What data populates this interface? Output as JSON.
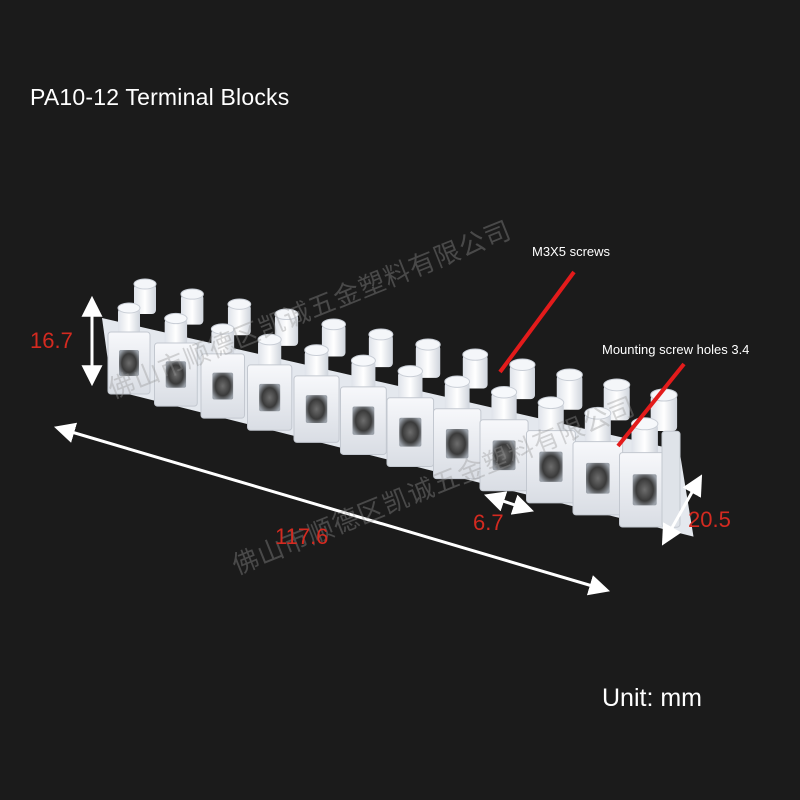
{
  "title": "PA10-12 Terminal Blocks",
  "dimensions": {
    "height": "16.7",
    "length": "117.6",
    "pitch": "6.7",
    "depth": "20.5"
  },
  "annotations": {
    "screws": "M3X5 screws",
    "mounting_holes": "Mounting screw holes 3.4"
  },
  "unit": "Unit: mm",
  "watermark": "佛山市顺德区凯诚五金塑料有限公司",
  "colors": {
    "background": "#1b1b1b",
    "dimension_text": "#d42a20",
    "leader_line": "#e31b1b",
    "arrow": "#ffffff",
    "plastic": "#eef1f5"
  },
  "terminal_count": 12
}
